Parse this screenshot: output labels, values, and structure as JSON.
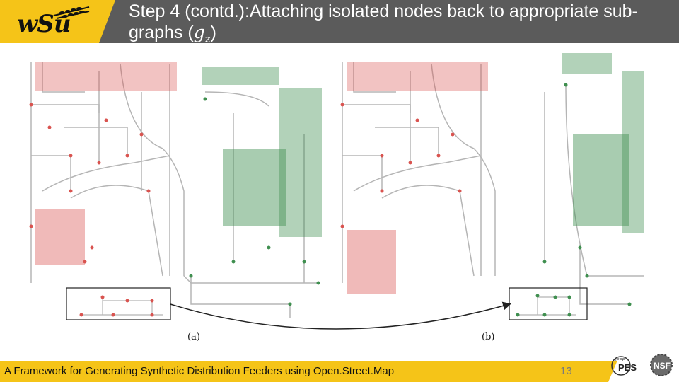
{
  "header": {
    "title_line1": "Step 4 (contd.):Attaching isolated nodes back to appropriate sub-",
    "title_line2_text": "graphs (",
    "title_math": "g",
    "title_math_sub": "z",
    "title_close": ")",
    "logo_text": "wSu"
  },
  "figure": {
    "label_a": "(a)",
    "label_b": "(b)"
  },
  "footer": {
    "text": "A Framework for Generating Synthetic Distribution Feeders using Open.Street.Map",
    "page_number": "13",
    "logo_ieee": "IEEE",
    "logo_pes": "PES",
    "logo_nsf": "NSF"
  },
  "colors": {
    "header_bg": "#5b5b5b",
    "accent_yellow": "#f5c418",
    "node_red": "#d9534f",
    "node_green": "#3f8f4f",
    "edge_gray": "#b5b5b5"
  }
}
